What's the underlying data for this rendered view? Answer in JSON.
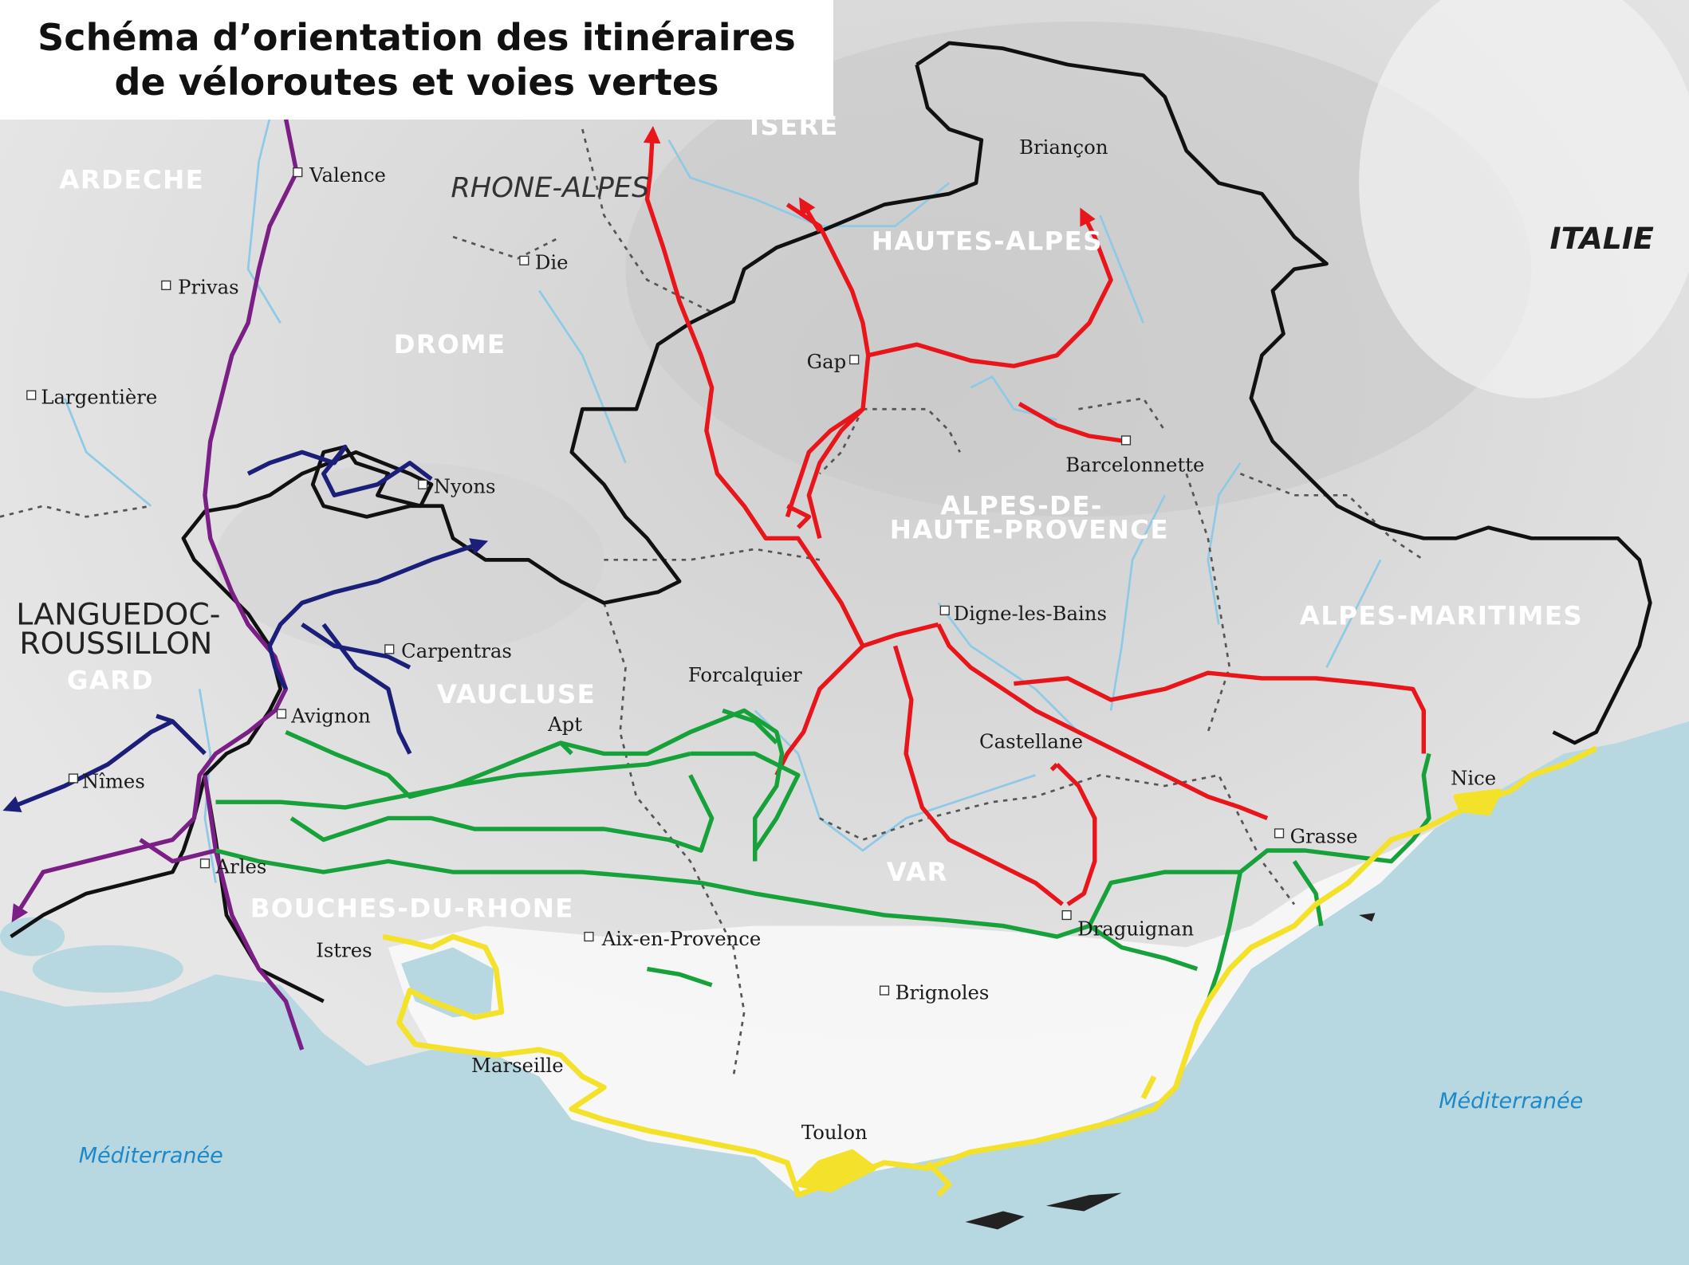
{
  "title": {
    "line1": "Schéma d’orientation des itinéraires",
    "line2": "de véloroutes et voies vertes"
  },
  "colors": {
    "sea": "#b7d8e1",
    "land": "#e9e9e9",
    "mountains": "#cfcfcf",
    "coast_land": "#f7f7f7",
    "border": "#111111",
    "dept_border": "#555555",
    "rivers": "#8ecae6",
    "route_red": "#e8151b",
    "route_green": "#17a13a",
    "route_yellow": "#f4e22a",
    "route_purple": "#7b1f86",
    "route_navy": "#1b1f7a"
  },
  "regions": {
    "ardeche": "ARDECHE",
    "rhone_alpes": "RHONE-ALPES",
    "isere": "ISERE",
    "hautes_alpes": "HAUTES-ALPES",
    "italie": "ITALIE",
    "drome": "DROME",
    "alpes_hp_1": "ALPES-DE-",
    "alpes_hp_2": "HAUTE-PROVENCE",
    "languedoc_1": "LANGUEDOC-",
    "languedoc_2": "ROUSSILLON",
    "gard": "GARD",
    "vaucluse": "VAUCLUSE",
    "alpes_maritimes": "ALPES-MARITIMES",
    "var": "VAR",
    "bouches_du_rhone": "BOUCHES-DU-RHONE"
  },
  "cities": {
    "valence": "Valence",
    "briancon": "Briançon",
    "privas": "Privas",
    "die": "Die",
    "gap": "Gap",
    "largentiere": "Largentière",
    "nyons": "Nyons",
    "barcelonnette": "Barcelonnette",
    "digne": "Digne-les-Bains",
    "carpentras": "Carpentras",
    "forcalquier": "Forcalquier",
    "avignon": "Avignon",
    "apt": "Apt",
    "castellane": "Castellane",
    "nimes": "Nîmes",
    "nice": "Nice",
    "arles": "Arles",
    "grasse": "Grasse",
    "draguignan": "Draguignan",
    "aix": "Aix-en-Provence",
    "istres": "Istres",
    "brignoles": "Brignoles",
    "marseille": "Marseille",
    "toulon": "Toulon"
  },
  "seas": {
    "east": "Méditerranée",
    "west": "Méditerranée"
  }
}
